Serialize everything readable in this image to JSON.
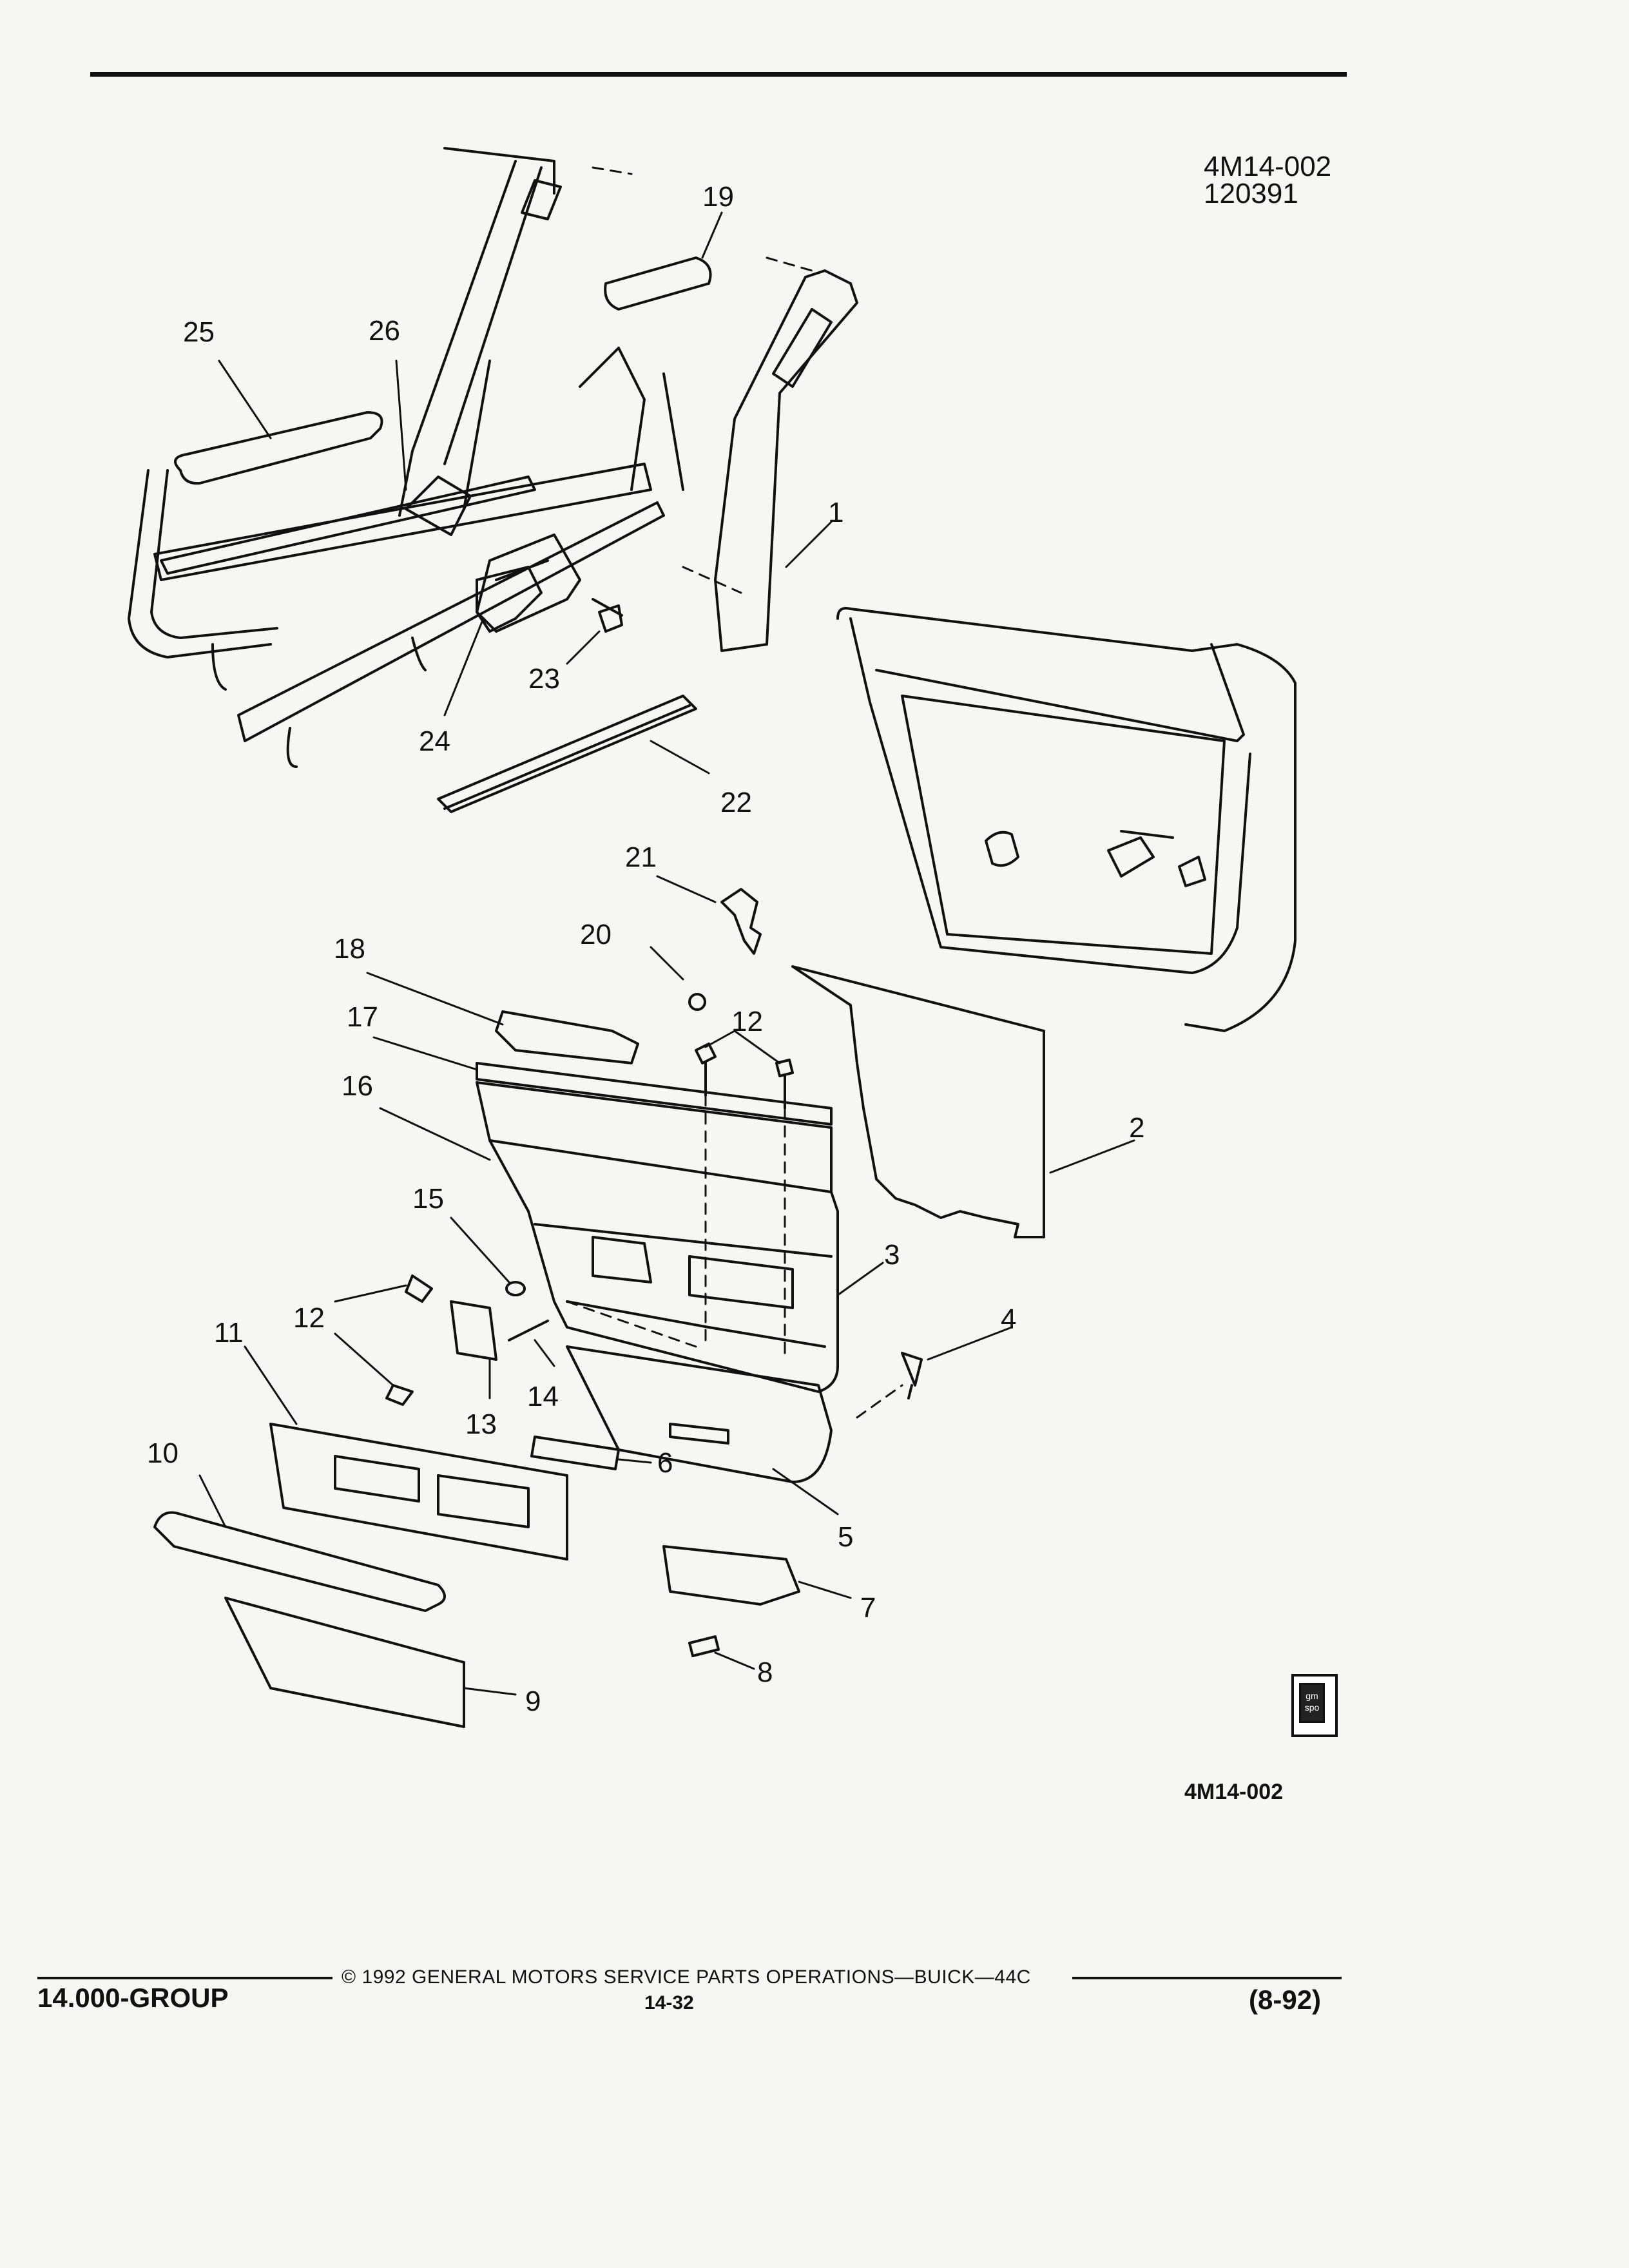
{
  "header": {
    "drawing_id": "4M14-002",
    "drawing_date": "120391"
  },
  "callouts": [
    "1",
    "2",
    "3",
    "4",
    "5",
    "6",
    "7",
    "8",
    "9",
    "10",
    "11",
    "12",
    "12",
    "13",
    "14",
    "15",
    "16",
    "17",
    "18",
    "19",
    "20",
    "21",
    "22",
    "23",
    "24",
    "25",
    "26"
  ],
  "bottom_ref": "4M14-002",
  "logo_text": "gm spo",
  "footer": {
    "group": "14.000-GROUP",
    "copyright": "© 1992 GENERAL MOTORS SERVICE PARTS OPERATIONS—BUICK—44C",
    "page": "14-32",
    "date": "(8-92)"
  }
}
